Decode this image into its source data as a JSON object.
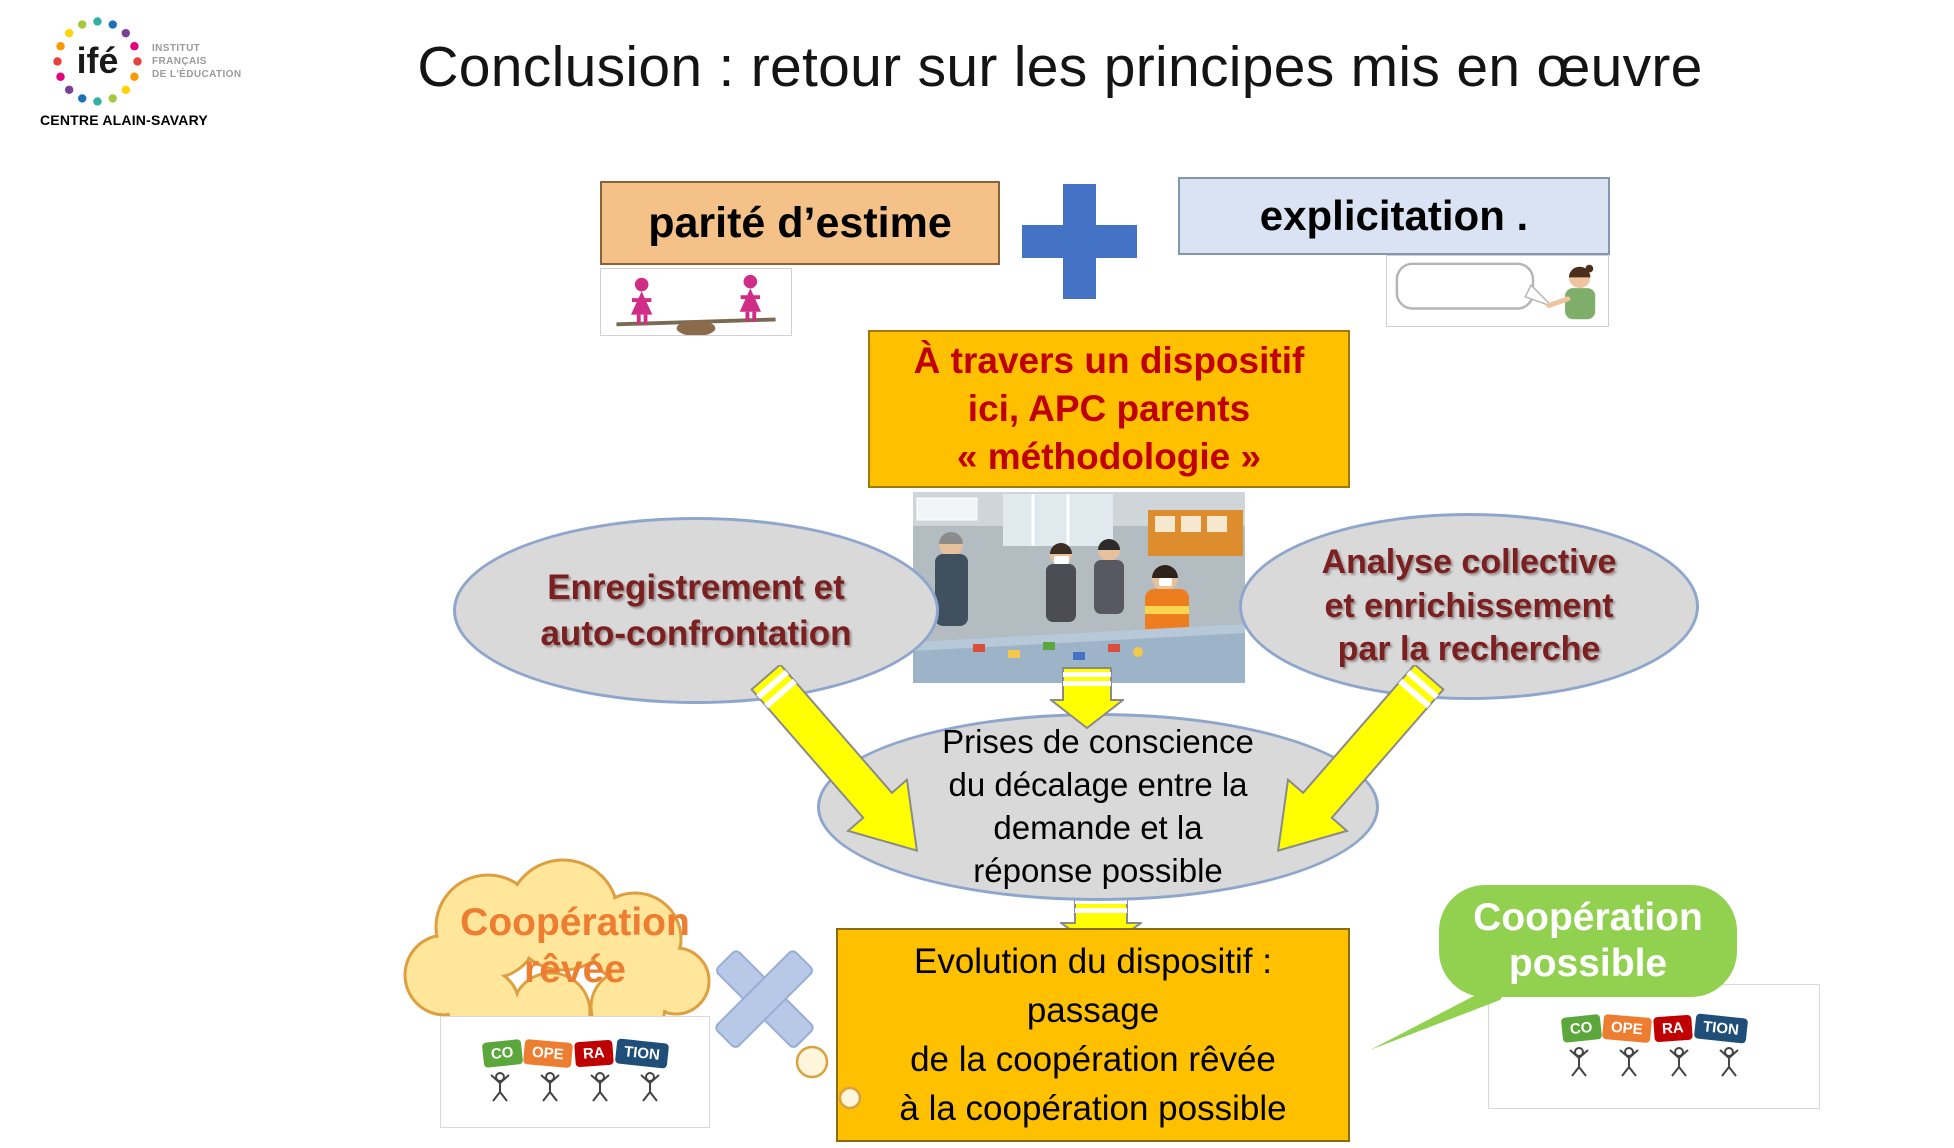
{
  "title": "Conclusion : retour sur les principes mis en œuvre",
  "logo": {
    "brand": "ifé",
    "institute_lines": [
      "INSTITUT",
      "FRANÇAIS",
      "DE L'ÉDUCATION"
    ],
    "center_name": "CENTRE ALAIN-SAVARY"
  },
  "parity_box": {
    "label": "parité d’estime"
  },
  "explicitation_box": {
    "label": "explicitation ."
  },
  "dispositif_box": {
    "lines": [
      "À travers un dispositif",
      "ici, APC parents",
      "« méthodologie »"
    ]
  },
  "left_ellipse": {
    "lines": [
      "Enregistrement et",
      "auto-confrontation"
    ]
  },
  "right_ellipse": {
    "lines": [
      "Analyse collective",
      "et enrichissement",
      "par la recherche"
    ]
  },
  "center_ellipse": {
    "lines": [
      "Prises de conscience",
      "du décalage entre la",
      "demande et la",
      "réponse possible"
    ]
  },
  "cloud": {
    "lines": [
      "Coopération",
      "rêvée"
    ]
  },
  "green_bubble": {
    "lines": [
      "Coopération",
      "possible"
    ]
  },
  "evolution_box": {
    "lines": [
      "Evolution du dispositif :",
      "passage",
      "de la coopération rêvée",
      "à la coopération possible"
    ]
  },
  "cooperation_puzzle": {
    "segments": [
      {
        "text": "CO",
        "color": "#5ba73b"
      },
      {
        "text": "OPE",
        "color": "#ed7d31"
      },
      {
        "text": "RA",
        "color": "#c00000"
      },
      {
        "text": "TION",
        "color": "#1f4e79"
      }
    ]
  },
  "colors": {
    "plus_sign": "#4472c4",
    "gold_box": "#ffc000",
    "ellipse_fill": "#d9d9d9",
    "ellipse_border": "#8fa6cc",
    "arrow_yellow": "#ffff00",
    "dark_red_text": "#c00000",
    "maroon_text": "#7b2020",
    "cloud_fill": "#ffe69b",
    "cloud_border": "#dd9f3f",
    "cloud_text": "#ed7d31",
    "green_bubble": "#92d050",
    "x_mark": "#b8c9e8",
    "parity_fill": "#f4c189",
    "explicitation_fill": "#dae3f3"
  }
}
